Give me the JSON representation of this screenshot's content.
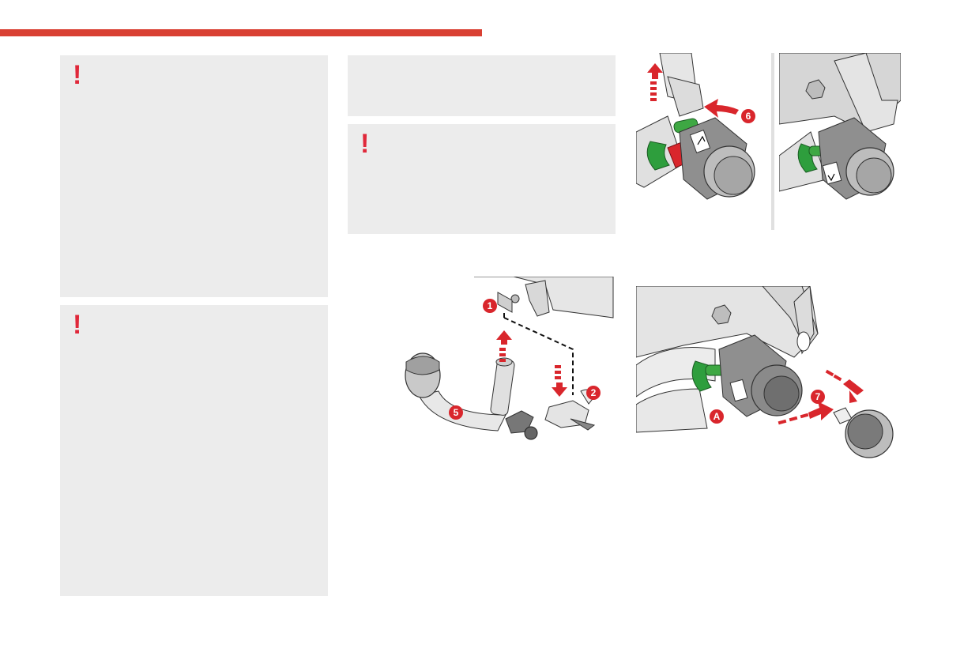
{
  "page": {
    "accent_color": "#d94033",
    "warning_color": "#e0283a",
    "box_color": "#ececec"
  },
  "warnings": {
    "box1_symbol": "!",
    "box2_symbol": "!",
    "box3_symbol": "!"
  },
  "callouts": {
    "c1": "1",
    "c2": "2",
    "c5": "5",
    "c6": "6",
    "c7": "7",
    "cA": "A"
  }
}
